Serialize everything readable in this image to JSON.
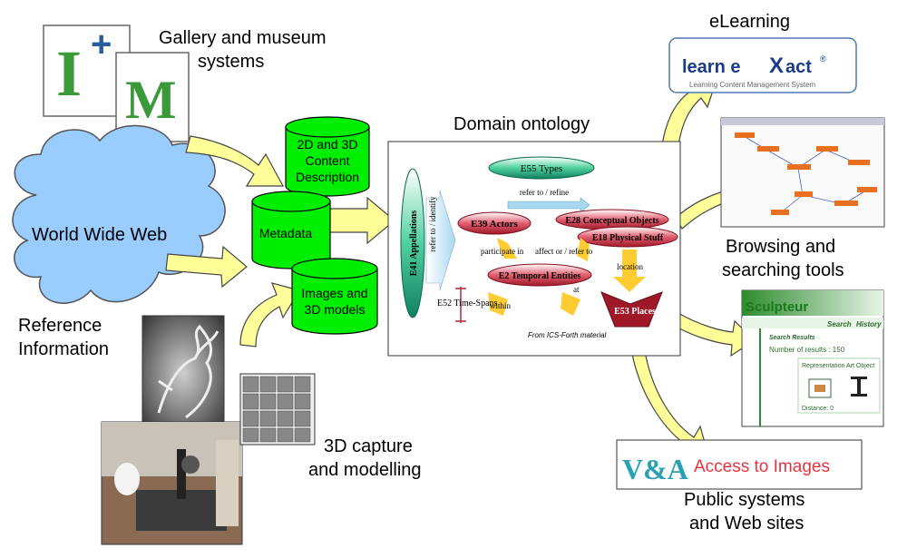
{
  "labels": {
    "gallery_line1": "Gallery and museum",
    "gallery_line2": "systems",
    "www": "World Wide Web",
    "reference_line1": "Reference",
    "reference_line2": "Information",
    "capture_line1": "3D capture",
    "capture_line2": "and modelling",
    "domain_ontology": "Domain ontology",
    "elearning": "eLearning",
    "browsing_line1": "Browsing and",
    "browsing_line2": "searching tools",
    "public_line1": "Public systems",
    "public_line2": "and Web sites"
  },
  "cylinders": {
    "content_line1": "2D and 3D",
    "content_line2": "Content",
    "content_line3": "Description",
    "metadata": "Metadata",
    "images_line1": "Images and",
    "images_line2": "3D models"
  },
  "logos": {
    "im_letter1": "I",
    "im_plus": "+",
    "im_letter2": "M",
    "learn_text": "learn e",
    "exact_x": "X",
    "exact_act": "act",
    "exact_reg": "®",
    "learn_tagline": "Learning Content Management System",
    "va": "V&A",
    "access": "Access to Images"
  },
  "ontology": {
    "e55": "E55 Types",
    "refer_refine": "refer to / refine",
    "e41": "E41 Appellations",
    "refer_identify": "refer to / identify",
    "e39": "E39 Actors",
    "e28": "E28 Conceptual Objects",
    "e18": "E18 Physical Stuff",
    "participate": "participate in",
    "affect": "affect or / refer to",
    "location": "location",
    "e2": "E2 Temporal Entities",
    "e52": "E52 Time-Spans",
    "within": "within",
    "at": "at",
    "e53": "E53 Places",
    "source": "From ICS-Forth material"
  },
  "sculpteur": {
    "brand": "Sculpteur",
    "search": "Search",
    "history": "History",
    "results_title": "Search Results",
    "results_count": "Number of results : 150",
    "object_label": "Representation Art Object",
    "distance": "Distance: 0"
  },
  "colors": {
    "arrow_fill": "#ffff99",
    "cylinder_green": "#00ee00",
    "cloud_blue": "#99ccff",
    "ellipse_red": "#b0283a",
    "ellipse_teal": "#20b080",
    "va_teal": "#2aa0b4",
    "access_red": "#e8333f",
    "sculpteur_green": "#2e8b2e"
  }
}
